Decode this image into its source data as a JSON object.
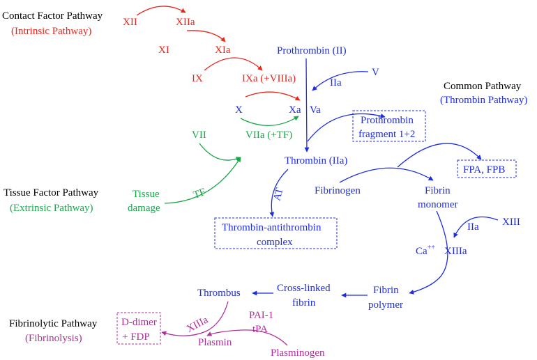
{
  "pathways": {
    "contact": {
      "title": "Contact Factor Pathway",
      "subtitle": "(Intrinsic Pathway)"
    },
    "common": {
      "title": "Common Pathway",
      "subtitle": "(Thrombin Pathway)"
    },
    "tissue": {
      "title": "Tissue Factor Pathway",
      "subtitle": "(Extrinsic Pathway)"
    },
    "fibrinolytic": {
      "title": "Fibrinolytic Pathway",
      "subtitle": "(Fibrinolysis)"
    }
  },
  "intrinsic": {
    "xii": "XII",
    "xiia": "XIIa",
    "xi": "XI",
    "xia": "XIa",
    "ix": "IX",
    "ixa": "IXa (+VIIIa)"
  },
  "common": {
    "x": "X",
    "xa": "Xa",
    "prothrombin": "Prothrombin (II)",
    "v": "V",
    "iia_label": "IIa",
    "va": "Va",
    "fragment_line1": "Prothrombin",
    "fragment_line2": "fragment 1+2",
    "thrombin": "Thrombin (IIa)",
    "at": "AT",
    "tat_line1": "Thrombin-antithrombin",
    "tat_line2": "complex",
    "fibrinogen": "Fibrinogen",
    "fibrin_monomer_line1": "Fibrin",
    "fibrin_monomer_line2": "monomer",
    "fpa_fpb": "FPA, FPB",
    "xiii": "XIII",
    "iia_xiii": "IIa",
    "ca_base": "Ca",
    "ca_sup": "++",
    "xiiia": "XIIIa",
    "fibrin_polymer_line1": "Fibrin",
    "fibrin_polymer_line2": "polymer",
    "crosslinked_line1": "Cross-linked",
    "crosslinked_line2": "fibrin",
    "thrombus": "Thrombus"
  },
  "extrinsic": {
    "vii": "VII",
    "viia": "VIIa (+TF)",
    "tissue_line1": "Tissue",
    "tissue_line2": "damage",
    "tf": "TF"
  },
  "fibrinolysis": {
    "ddimer_line1": "D-dimer",
    "ddimer_line2": "+ FDP",
    "xiiia": "XIIIa",
    "plasmin": "Plasmin",
    "pai": "PAI-1",
    "tpa": "tPA",
    "plasminogen": "Plasminogen"
  },
  "colors": {
    "intrinsic": "#e8261c",
    "extrinsic": "#1aa64b",
    "common": "#1f2de0",
    "fibrinolysis": "#b0309a",
    "title": "#000000"
  }
}
